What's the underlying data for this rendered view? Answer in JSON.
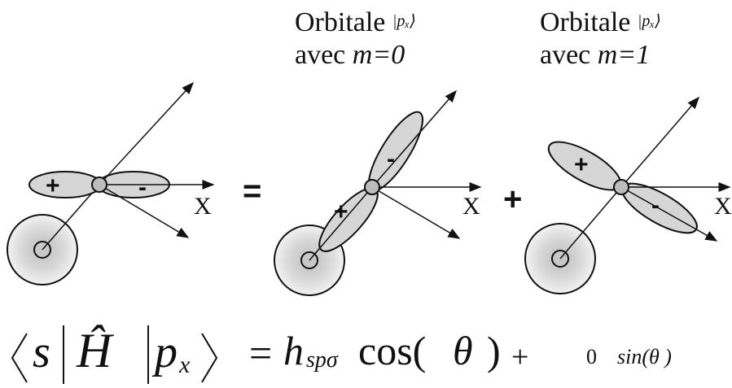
{
  "captions": {
    "m0": {
      "line1": "Orbitale",
      "ket": "|pₓ⟩",
      "line2_prefix": "avec ",
      "line2_var": "m=0"
    },
    "m1": {
      "line1": "Orbitale",
      "ket": "|pₓ⟩",
      "line2_prefix": "avec ",
      "line2_var": "m=1"
    }
  },
  "operators": {
    "equals": "=",
    "plus": "+"
  },
  "axis_label": "X",
  "signs": {
    "plus": "+",
    "minus": "-"
  },
  "equation": {
    "bra_s": "s",
    "hamiltonian": "Ĥ",
    "p": "p",
    "p_sub": "x",
    "equals": "=",
    "h": "h",
    "h_sub": "spσ",
    "cos": "cos(",
    "theta": "θ",
    "close": ")",
    "plus": "+",
    "zero_term": "0",
    "sin_term": "sin(θ )"
  },
  "colors": {
    "lobe_fill": "#d6d6d6",
    "lobe_stroke": "#111111",
    "ink": "#111111"
  }
}
